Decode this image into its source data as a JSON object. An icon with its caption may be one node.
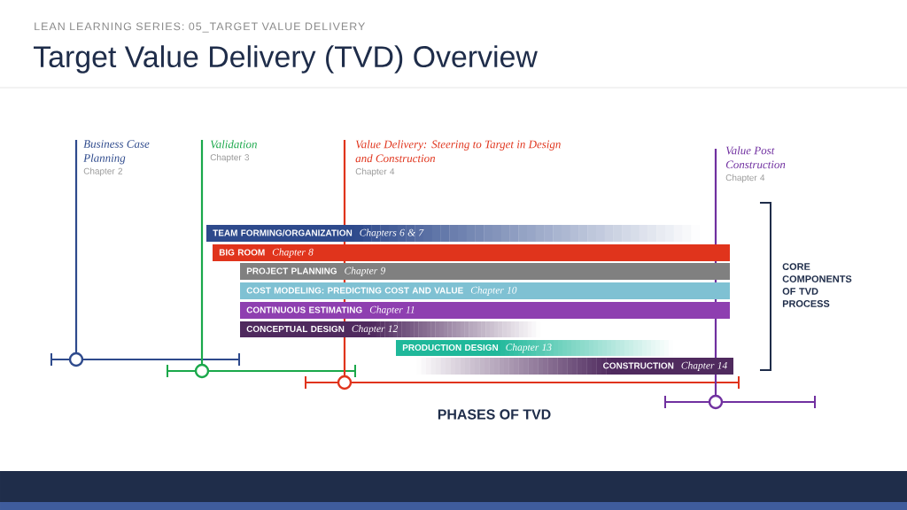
{
  "diagram": {
    "title": "Target Value Delivery (TVD) Overview",
    "nodes": [
      {
        "text": [
          "Business Case Planning",
          "Chapter 2"
        ]
      },
      {
        "text": [
          "Validation",
          "Chapter 3"
        ]
      },
      {
        "text": [
          "Value Delivery: Steering to Target in Design and Construction",
          "Chapter 4"
        ]
      },
      {
        "text": [
          "Value Post Construction",
          "Chapter 4"
        ]
      },
      {
        "text": [
          "TEAM FORMING/ORGANIZATION",
          "Chapters 6 & 7"
        ]
      },
      {
        "text": [
          "BIG ROOM",
          "Chapter 8"
        ]
      },
      {
        "text": [
          "PROJECT PLANNING",
          "Chapter 9"
        ]
      },
      {
        "text": [
          "COST MODELING: PREDICTING COST AND VALUE",
          "Chapter 10"
        ]
      },
      {
        "text": [
          "CONTINUOUS ESTIMATING",
          "Chapter 11"
        ]
      },
      {
        "text": [
          "CONCEPTUAL DESIGN",
          "Chapter 12"
        ]
      },
      {
        "text": [
          "PRODUCTION DESIGN",
          "Chapter 13"
        ]
      },
      {
        "text": [
          "CONSTRUCTION",
          "Chapter 14"
        ]
      }
    ],
    "labels": [
      "LEAN LEARNING SERIES: 05_TARGET VALUE DELIVERY",
      "CORE COMPONENTS OF TVD PROCESS",
      "PHASES OF TVD"
    ]
  }
}
